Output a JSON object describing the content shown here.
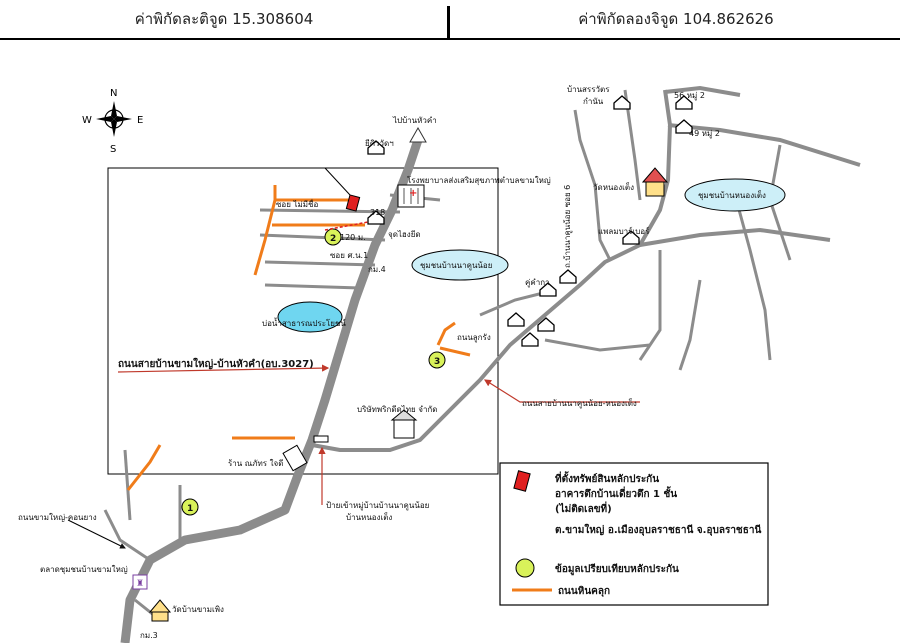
{
  "header": {
    "latitude": "ค่าพิกัดละติจูด 15.308604",
    "longitude": "ค่าพิกัดลองจิจูด 104.862626"
  },
  "compass": {
    "n": "N",
    "s": "S",
    "e": "E",
    "w": "W"
  },
  "labels": {
    "to_ban_hua_kham": "ไปบ้านหัวคำ",
    "thi_chiwawat": "ยีคิววัดฯ",
    "health_hospital": "โรงพยาบาลส่งเสริมสุขภาพตำบลขามใหญ่",
    "soi_mai_mi_chue": "ซอย ไม่มีชื่อ",
    "n318": "318",
    "dist_120": "120 ม.",
    "point_2": "2",
    "jud_kong_see": "จุดไฮงยีด",
    "soi_sn1": "ซอย ศ.น.1",
    "km4": "กม.4",
    "pond": "บ่อน้ำสาธารณประโยชน์",
    "community_na_kun_noi": "ชุมชนบ้านนาคูนน้อย",
    "community_nong_teng": "ชุมชนบ้านหนองเต็ง",
    "ban_sawang": "บ้านสรรวัตร",
    "kamnan": "กำนัน",
    "n56": "56 หมู่ 2",
    "n49": "49 หมู่ 2",
    "wat_nong_teng": "วัดหนองเต็ง",
    "pharmacy": "แพลมบาร์เบอร์",
    "road_na_kun_noi_soi6": "ถ.บ้านนาคูนน้อย ซอย 6",
    "kumkam": "คู่คำกา",
    "thanon_luk_rang": "ถนนลูกรัง",
    "point_3": "3",
    "road_main": "ถนนสายบ้านขามใหญ่-บ้านหัวคำ(อบ.3027)",
    "road_na_kun_noi_nong_teng": "ถนนสายบ้านนาคูนน้อย-หนองเต็ง",
    "company": "บริษัทพริกดีดไทย จำกัด",
    "shop": "ร้าน ณภัทร ใจดี",
    "sign": "ป้ายเข้าหมู่บ้านบ้านนาคูนน้อย",
    "sign2": "บ้านหนองเต็ง",
    "point_1": "1",
    "road_kham_yai_khon_yang": "ถนนขามใหญ่-คอนยาง",
    "market": "ตลาดชุมชนบ้านขามใหญ่",
    "wat_kham_phueng": "วัดบ้านขามเพิง",
    "km3": "กม.3"
  },
  "legend": {
    "property_title": "ที่ตั้งทรัพย์สินหลักประกัน",
    "property_line2": "อาคารตึกบ้านเดี่ยวตึก 1 ชั้น",
    "property_line3": "(ไม่ติดเลขที่)",
    "property_line4": "ต.ขามใหญ่ อ.เมืองอุบลราชธานี จ.อุบลราชธานี",
    "compare_label": "ข้อมูลเปรียบเทียบหลักประกัน",
    "gravel_label": "ถนนหินคลุก"
  },
  "colors": {
    "road_gray": "#8c8c8c",
    "gravel_orange": "#f07c1a",
    "arrow_red": "#c0392b",
    "property_red": "#e02020",
    "point_yellow": "#d9f25a",
    "cyan": "#6fd6f0"
  }
}
